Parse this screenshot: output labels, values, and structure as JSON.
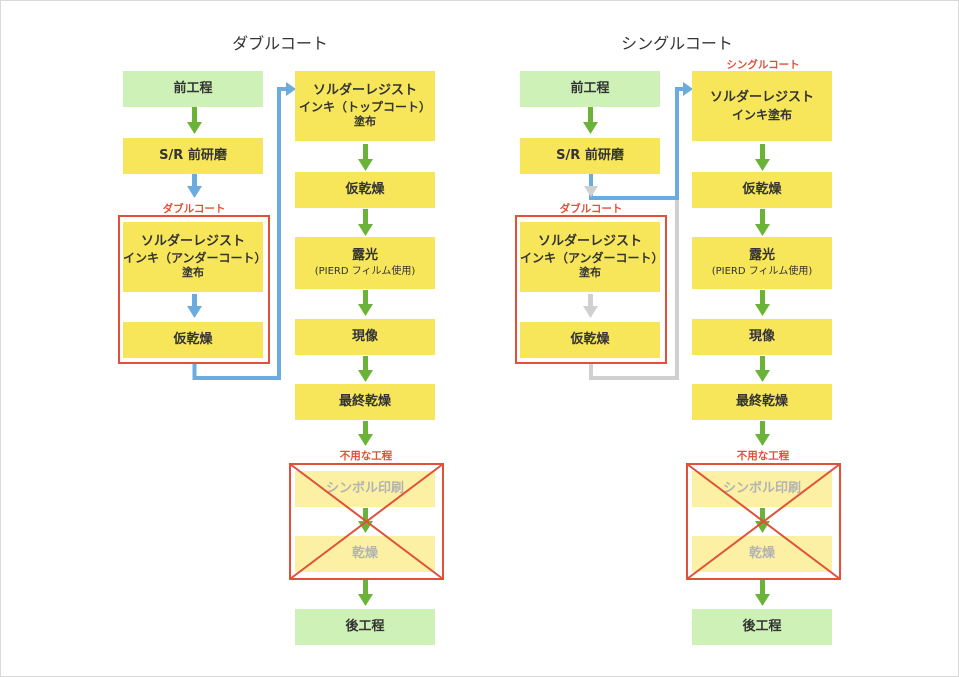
{
  "double": {
    "title": "ダブルコート",
    "pre_process": "前工程",
    "sr_pre_polish": "S/R 前研磨",
    "undercoat_label": "ダブルコート",
    "undercoat_line1": "ソルダーレジスト",
    "undercoat_line2": "インキ（アンダーコート）",
    "undercoat_line3": "塗布",
    "pre_dry_left": "仮乾燥",
    "topcoat_line1": "ソルダーレジスト",
    "topcoat_line2": "インキ（トップコート）",
    "topcoat_line3": "塗布",
    "pre_dry": "仮乾燥",
    "exposure": "露光",
    "exposure_sub": "(PIERD フィルム使用)",
    "develop": "現像",
    "final_dry": "最終乾燥",
    "unneeded_label": "不用な工程",
    "symbol_print": "シンボル印刷",
    "dry": "乾燥",
    "post_process": "後工程"
  },
  "single": {
    "title": "シングルコート",
    "pre_process": "前工程",
    "sr_pre_polish": "S/R 前研磨",
    "undercoat_label": "ダブルコート",
    "undercoat_line1": "ソルダーレジスト",
    "undercoat_line2": "インキ（アンダーコート）",
    "undercoat_line3": "塗布",
    "pre_dry_left": "仮乾燥",
    "single_label": "シングルコート",
    "coat_line1": "ソルダーレジスト",
    "coat_line2": "インキ塗布",
    "pre_dry": "仮乾燥",
    "exposure": "露光",
    "exposure_sub": "(PIERD フィルム使用)",
    "develop": "現像",
    "final_dry": "最終乾燥",
    "unneeded_label": "不用な工程",
    "symbol_print": "シンボル印刷",
    "dry": "乾燥",
    "post_process": "後工程"
  },
  "colors": {
    "green_box": "#cdf1b6",
    "yellow_box": "#f7e65a",
    "faded_box": "#fbf0a3",
    "green_arrow": "#6ab238",
    "blue_arrow": "#6aace0",
    "gray_arrow": "#d0d0d0",
    "red": "#e0503a"
  }
}
